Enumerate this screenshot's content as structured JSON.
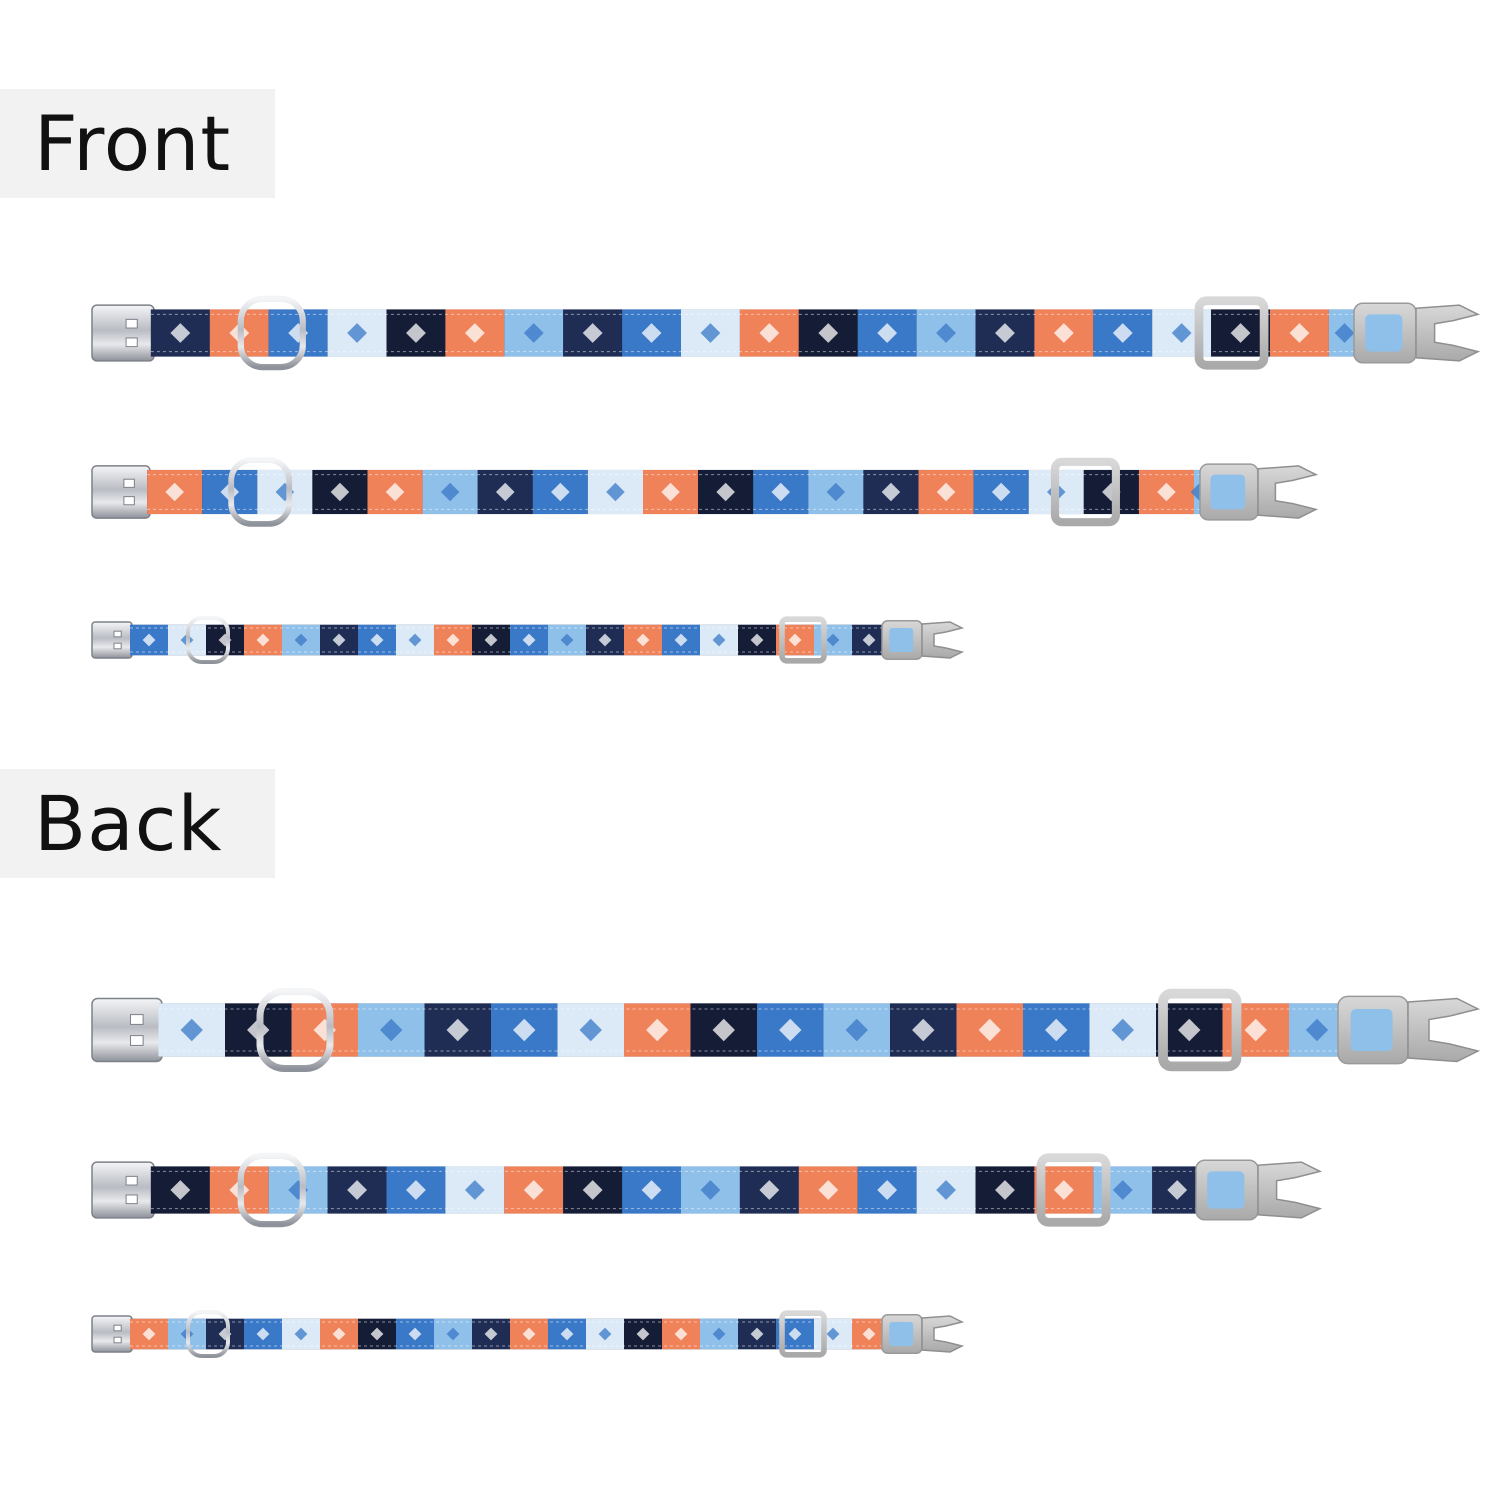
{
  "sections": {
    "front": {
      "label": "Front"
    },
    "back": {
      "label": "Back"
    }
  },
  "colors": {
    "navy": "#1f2d55",
    "dark_navy": "#141c36",
    "mid_blue": "#3a78c8",
    "light_blue": "#8fc0ea",
    "pale_blue": "#dbeaf6",
    "orange": "#f0825a",
    "metal": "#c9ccd2",
    "plastic_gray": "#c4c4c4"
  },
  "collars": {
    "front": [
      {
        "size": "L",
        "side": "front"
      },
      {
        "size": "M",
        "side": "front"
      },
      {
        "size": "S",
        "side": "front"
      }
    ],
    "back": [
      {
        "size": "L",
        "side": "back"
      },
      {
        "size": "M",
        "side": "back"
      },
      {
        "size": "S",
        "side": "back"
      }
    ]
  }
}
